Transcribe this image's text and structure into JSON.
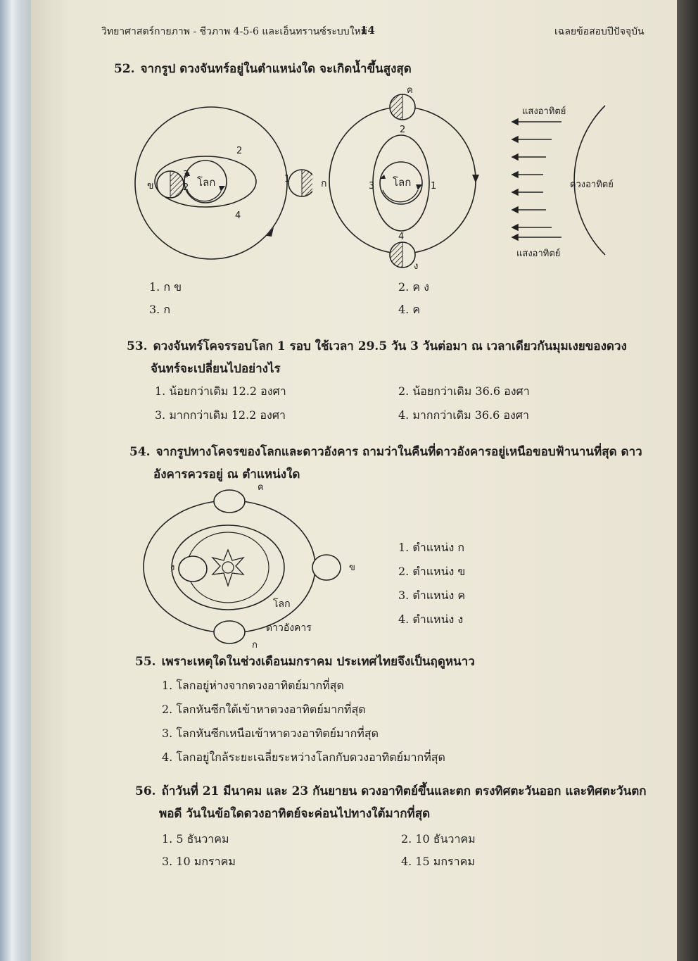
{
  "header": {
    "left": "วิทยาศาสตร์กายภาพ - ชีวภาพ 4-5-6 และเอ็นทรานซ์ระบบใหม่",
    "page_number": "14",
    "right": "เฉลยข้อสอบปีปัจจุบัน"
  },
  "q52": {
    "number": "52.",
    "text": "จากรูป ดวงจันทร์อยู่ในตำแหน่งใด จะเกิดน้ำขึ้นสูงสุด",
    "fig1": {
      "earth": "โลก",
      "n1": "1",
      "n2": "2",
      "n3": "3",
      "n2b": "2",
      "n4": "4",
      "ka": "ก",
      "kha": "ข"
    },
    "fig2": {
      "earth": "โลก",
      "n1": "1",
      "n2": "2",
      "n3": "3",
      "n4": "4",
      "kho": "ค",
      "ngo": "ง"
    },
    "fig3": {
      "light_top": "แสงอาทิตย์",
      "sun": "ดวงอาทิตย์",
      "light_bottom": "แสงอาทิตย์"
    },
    "options": [
      "1. ก ข",
      "2. ค ง",
      "3. ก",
      "4. ค"
    ]
  },
  "q53": {
    "number": "53.",
    "line1": "ดวงจันทร์โคจรรอบโลก 1 รอบ ใช้เวลา 29.5 วัน 3 วันต่อมา ณ เวลาเดียวกันมุมเงยของดวง",
    "line2": "จันทร์จะเปลี่ยนไปอย่างไร",
    "options": [
      "1. น้อยกว่าเดิม 12.2 องศา",
      "2. น้อยกว่าเดิม 36.6 องศา",
      "3. มากกว่าเดิม 12.2 องศา",
      "4. มากกว่าเดิม 36.6 องศา"
    ]
  },
  "q54": {
    "number": "54.",
    "line1": "จากรูปทางโคจรของโลกและดาวอังคาร ถามว่าในคืนที่ดาวอังคารอยู่เหนือขอบฟ้านานที่สุด ดาว",
    "line2": "อังคารควรอยู่ ณ ตำแหน่งใด",
    "fig": {
      "top": "ค",
      "right": "ข",
      "left": "ง",
      "bottom": "ก",
      "earth": "โลก",
      "mars": "ดาวอังคาร"
    },
    "options": [
      "1. ตำแหน่ง ก",
      "2. ตำแหน่ง ข",
      "3. ตำแหน่ง ค",
      "4. ตำแหน่ง ง"
    ]
  },
  "q55": {
    "number": "55.",
    "text": "เพราะเหตุใดในช่วงเดือนมกราคม ประเทศไทยจึงเป็นฤดูหนาว",
    "options": [
      "1. โลกอยู่ห่างจากดวงอาทิตย์มากที่สุด",
      "2. โลกหันซีกใต้เข้าหาดวงอาทิตย์มากที่สุด",
      "3. โลกหันซีกเหนือเข้าหาดวงอาทิตย์มากที่สุด",
      "4. โลกอยู่ใกล้ระยะเฉลี่ยระหว่างโลกกับดวงอาทิตย์มากที่สุด"
    ]
  },
  "q56": {
    "number": "56.",
    "line1": "ถ้าวันที่ 21 มีนาคม และ 23 กันยายน ดวงอาทิตย์ขึ้นและตก ตรงทิศตะวันออก และทิศตะวันตก",
    "line2": "พอดี วันในข้อใดดวงอาทิตย์จะค่อนไปทางใต้มากที่สุด",
    "options": [
      "1. 5 ธันวาคม",
      "2. 10 ธันวาคม",
      "3. 10 มกราคม",
      "4. 15 มกราคม"
    ]
  }
}
